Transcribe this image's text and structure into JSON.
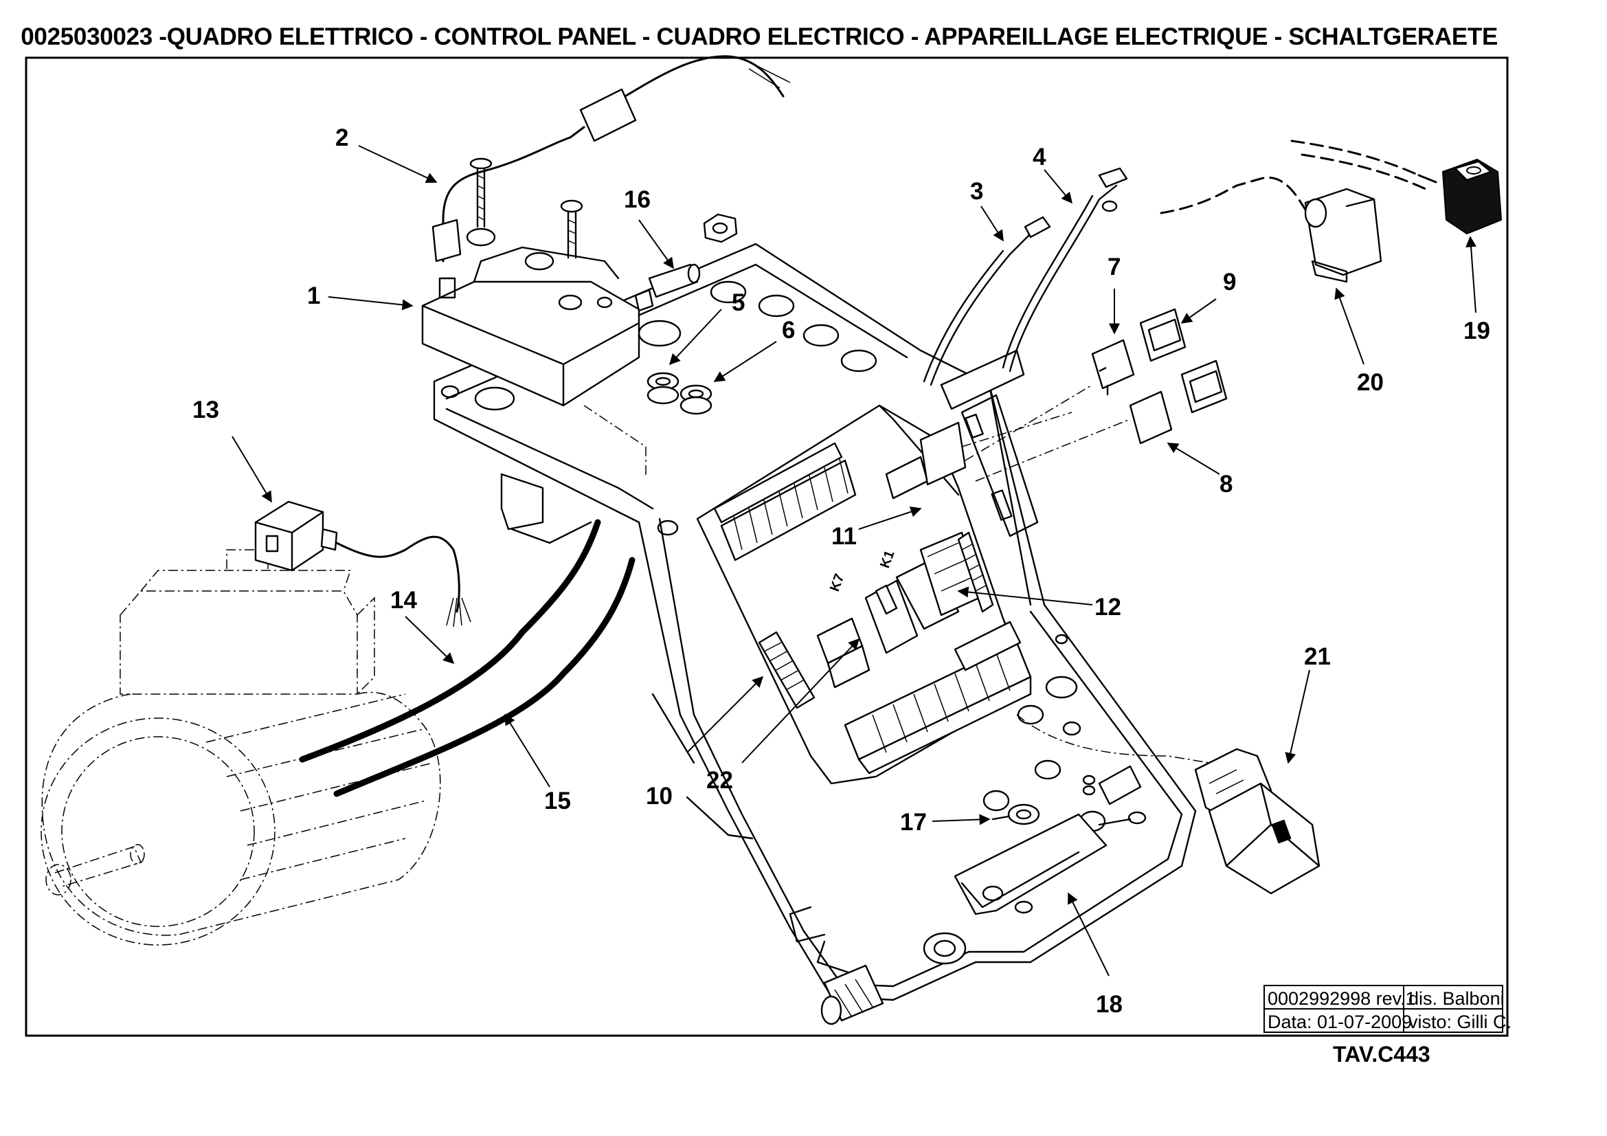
{
  "title": "0025030023 -QUADRO ELETTRICO - CONTROL PANEL - CUADRO ELECTRICO - APPAREILLAGE ELECTRIQUE - SCHALTGERAETE",
  "callouts": {
    "c1": "1",
    "c2": "2",
    "c3": "3",
    "c4": "4",
    "c5": "5",
    "c6": "6",
    "c7": "7",
    "c8": "8",
    "c9": "9",
    "c10": "10",
    "c11": "11",
    "c12": "12",
    "c13": "13",
    "c14": "14",
    "c15": "15",
    "c16": "16",
    "c17": "17",
    "c18": "18",
    "c19": "19",
    "c20": "20",
    "c21": "21",
    "c22": "22"
  },
  "relay_labels": {
    "k7": "K7",
    "k1": "K1"
  },
  "title_block": {
    "drawing_number": "0002992998 rev.1",
    "drawn_by": "dis. Balboni",
    "date": "Data: 01-07-2009",
    "checked_by": "visto: Gilli C."
  },
  "sheet": "TAV.C443"
}
